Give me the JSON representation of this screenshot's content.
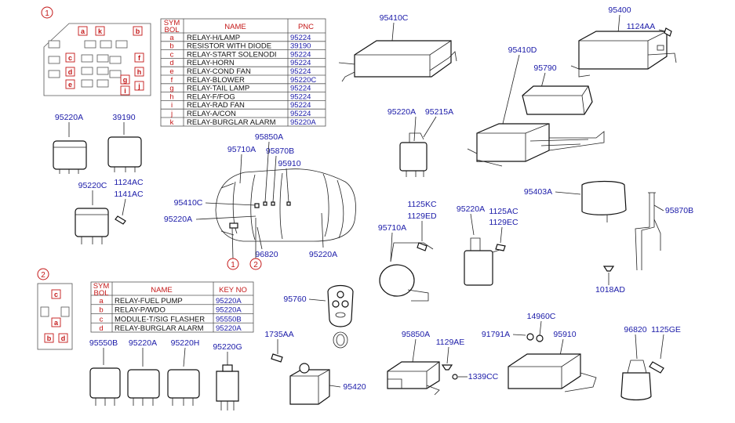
{
  "callout1": "1",
  "callout2": "2",
  "table1": {
    "headers": [
      "SYM\nBOL",
      "NAME",
      "PNC"
    ],
    "sym_header_1": "SYM",
    "sym_header_2": "BOL",
    "name_header": "NAME",
    "pnc_header": "PNC",
    "rows": [
      {
        "sym": "a",
        "name": "RELAY-H/LAMP",
        "pnc": "95224"
      },
      {
        "sym": "b",
        "name": "RESISTOR WITH DIODE",
        "pnc": "39190"
      },
      {
        "sym": "c",
        "name": "RELAY-START SOLENODI",
        "pnc": "95224"
      },
      {
        "sym": "d",
        "name": "RELAY-HORN",
        "pnc": "95224"
      },
      {
        "sym": "e",
        "name": "RELAY-COND FAN",
        "pnc": "95224"
      },
      {
        "sym": "f",
        "name": "RELAY-BLOWER",
        "pnc": "95220C"
      },
      {
        "sym": "g",
        "name": "RELAY-TAIL LAMP",
        "pnc": "95224"
      },
      {
        "sym": "h",
        "name": "RELAY-F/FOG",
        "pnc": "95224"
      },
      {
        "sym": "i",
        "name": "RELAY-RAD FAN",
        "pnc": "95224"
      },
      {
        "sym": "j",
        "name": "RELAY-A/CON",
        "pnc": "95224"
      },
      {
        "sym": "k",
        "name": "RELAY-BURGLAR ALARM",
        "pnc": "95220A"
      }
    ]
  },
  "table2": {
    "sym_header_1": "SYM",
    "sym_header_2": "BOL",
    "name_header": "NAME",
    "key_header": "KEY NO",
    "rows": [
      {
        "sym": "a",
        "name": "RELAY-FUEL PUMP",
        "key": "95220A"
      },
      {
        "sym": "b",
        "name": "RELAY-P/WDO",
        "key": "95220A"
      },
      {
        "sym": "c",
        "name": "MODULE-T/SIG FLASHER",
        "key": "95550B"
      },
      {
        "sym": "d",
        "name": "RELAY-BURGLAR ALARM",
        "key": "95220A"
      }
    ]
  },
  "box1_slots": [
    "a",
    "k",
    "b",
    "c",
    "f",
    "h",
    "g",
    "d",
    "j",
    "e",
    "i"
  ],
  "box2_slots": [
    "c",
    "a",
    "b",
    "d"
  ],
  "labels": {
    "p95220A_1": "95220A",
    "p39190": "39190",
    "p95220C": "95220C",
    "p1124AC": "1124AC",
    "p1141AC": "1141AC",
    "p95850A_top": "95850A",
    "p95710A_car": "95710A",
    "p95870B_car": "95870B",
    "p95910_car": "95910",
    "p95410C_car": "95410C",
    "p95220A_car_left": "95220A",
    "p96820_car": "96820",
    "p95220A_car_right": "95220A",
    "p95410C": "95410C",
    "p95400": "95400",
    "p1124AA": "1124AA",
    "p95410D": "95410D",
    "p95790": "95790",
    "p95220A_mid": "95220A",
    "p95215A": "95215A",
    "p95403A": "95403A",
    "p95870B": "95870B",
    "p1125KC": "1125KC",
    "p1129ED": "1129ED",
    "p95710A": "95710A",
    "p95220A_r": "95220A",
    "p1125AC": "1125AC",
    "p1129EC": "1129EC",
    "p1018AD": "1018AD",
    "p95760": "95760",
    "p1735AA": "1735AA",
    "p95420": "95420",
    "p95850A": "95850A",
    "p1129AE": "1129AE",
    "p1339CC": "1339CC",
    "p91791A": "91791A",
    "p14960C": "14960C",
    "p95910": "95910",
    "p96820": "96820",
    "p1125GE": "1125GE",
    "p95550B": "95550B",
    "p95220A_b": "95220A",
    "p95220H": "95220H",
    "p95220G": "95220G"
  }
}
